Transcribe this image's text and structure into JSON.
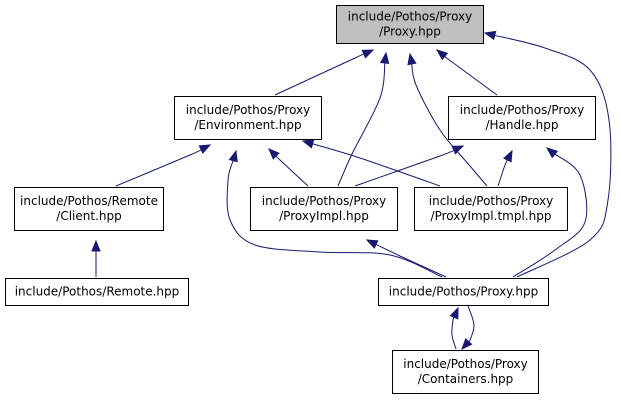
{
  "nodes": [
    {
      "id": "proxy_hpp",
      "lines": [
        "include/Pothos/Proxy",
        "/Proxy.hpp"
      ],
      "highlight": true
    },
    {
      "id": "environment_hpp",
      "lines": [
        "include/Pothos/Proxy",
        "/Environment.hpp"
      ]
    },
    {
      "id": "handle_hpp",
      "lines": [
        "include/Pothos/Proxy",
        "/Handle.hpp"
      ]
    },
    {
      "id": "remote_client_hpp",
      "lines": [
        "include/Pothos/Remote",
        "/Client.hpp"
      ]
    },
    {
      "id": "proxyimpl_hpp",
      "lines": [
        "include/Pothos/Proxy",
        "/ProxyImpl.hpp"
      ]
    },
    {
      "id": "proxyimpl_tmpl_hpp",
      "lines": [
        "include/Pothos/Proxy",
        "/ProxyImpl.tmpl.hpp"
      ]
    },
    {
      "id": "remote_hpp",
      "lines": [
        "include/Pothos/Remote.hpp"
      ]
    },
    {
      "id": "pothos_proxy_hpp",
      "lines": [
        "include/Pothos/Proxy.hpp"
      ]
    },
    {
      "id": "containers_hpp",
      "lines": [
        "include/Pothos/Proxy",
        "/Containers.hpp"
      ]
    }
  ],
  "edges": [
    {
      "from": "environment_hpp",
      "to": "proxy_hpp"
    },
    {
      "from": "handle_hpp",
      "to": "proxy_hpp"
    },
    {
      "from": "proxyimpl_hpp",
      "to": "proxy_hpp"
    },
    {
      "from": "proxyimpl_tmpl_hpp",
      "to": "proxy_hpp"
    },
    {
      "from": "pothos_proxy_hpp",
      "to": "proxy_hpp"
    },
    {
      "from": "remote_client_hpp",
      "to": "environment_hpp"
    },
    {
      "from": "proxyimpl_hpp",
      "to": "environment_hpp"
    },
    {
      "from": "proxyimpl_tmpl_hpp",
      "to": "environment_hpp"
    },
    {
      "from": "pothos_proxy_hpp",
      "to": "environment_hpp"
    },
    {
      "from": "proxyimpl_hpp",
      "to": "handle_hpp"
    },
    {
      "from": "proxyimpl_tmpl_hpp",
      "to": "handle_hpp"
    },
    {
      "from": "pothos_proxy_hpp",
      "to": "handle_hpp"
    },
    {
      "from": "remote_hpp",
      "to": "remote_client_hpp"
    },
    {
      "from": "pothos_proxy_hpp",
      "to": "proxyimpl_hpp"
    },
    {
      "from": "containers_hpp",
      "to": "pothos_proxy_hpp"
    },
    {
      "from": "pothos_proxy_hpp",
      "to": "containers_hpp"
    }
  ],
  "colors": {
    "edge": "#191970",
    "node_fill": "#ffffff",
    "root_fill": "#bfbfbf",
    "border": "#000000"
  }
}
